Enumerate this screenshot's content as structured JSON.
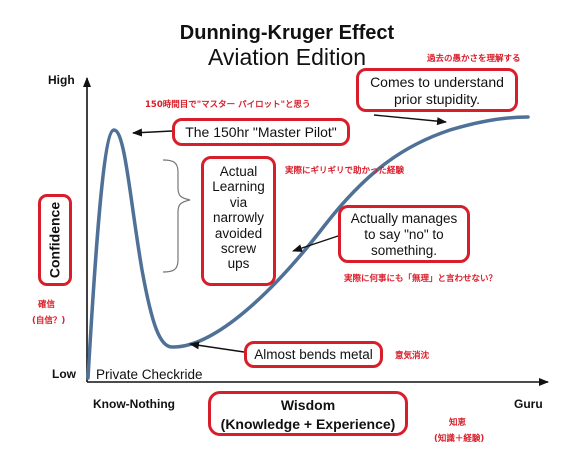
{
  "title": "Dunning-Kruger Effect",
  "subtitle": "Aviation Edition",
  "subtitle_jp": "過去の愚かさを理解する",
  "y_axis": {
    "high": "High",
    "low": "Low",
    "label": "Confidence",
    "label_jp_1": "確信",
    "label_jp_2": "(自信？)"
  },
  "x_axis": {
    "left": "Know-Nothing",
    "right": "Guru",
    "label_1": "Wisdom",
    "label_2": "(Knowledge + Experience)",
    "label_jp_1": "知恵",
    "label_jp_2": "(知識＋経験)"
  },
  "annotations": {
    "master_pilot": "The 150hr \"Master Pilot\"",
    "master_pilot_jp": "150時間目で\"マスター パイロット\"と思う",
    "learning_lines": [
      "Actual",
      "Learning",
      "via",
      "narrowly",
      "avoided",
      "screw",
      "ups"
    ],
    "learning_jp": "実際にギリギリで助かった経験",
    "say_no_lines": [
      "Actually manages",
      "to say \"no\" to",
      "something."
    ],
    "say_no_jp": "実際に何事にも「無理」と言わせない？",
    "bends_metal": "Almost bends metal",
    "bends_metal_jp": "意気消沈",
    "understand_lines": [
      "Comes to understand",
      "prior stupidity."
    ],
    "checkride": "Private Checkride"
  },
  "colors": {
    "curve": "#4f7197",
    "accent_red": "#d81e2a",
    "axis": "#111111"
  }
}
